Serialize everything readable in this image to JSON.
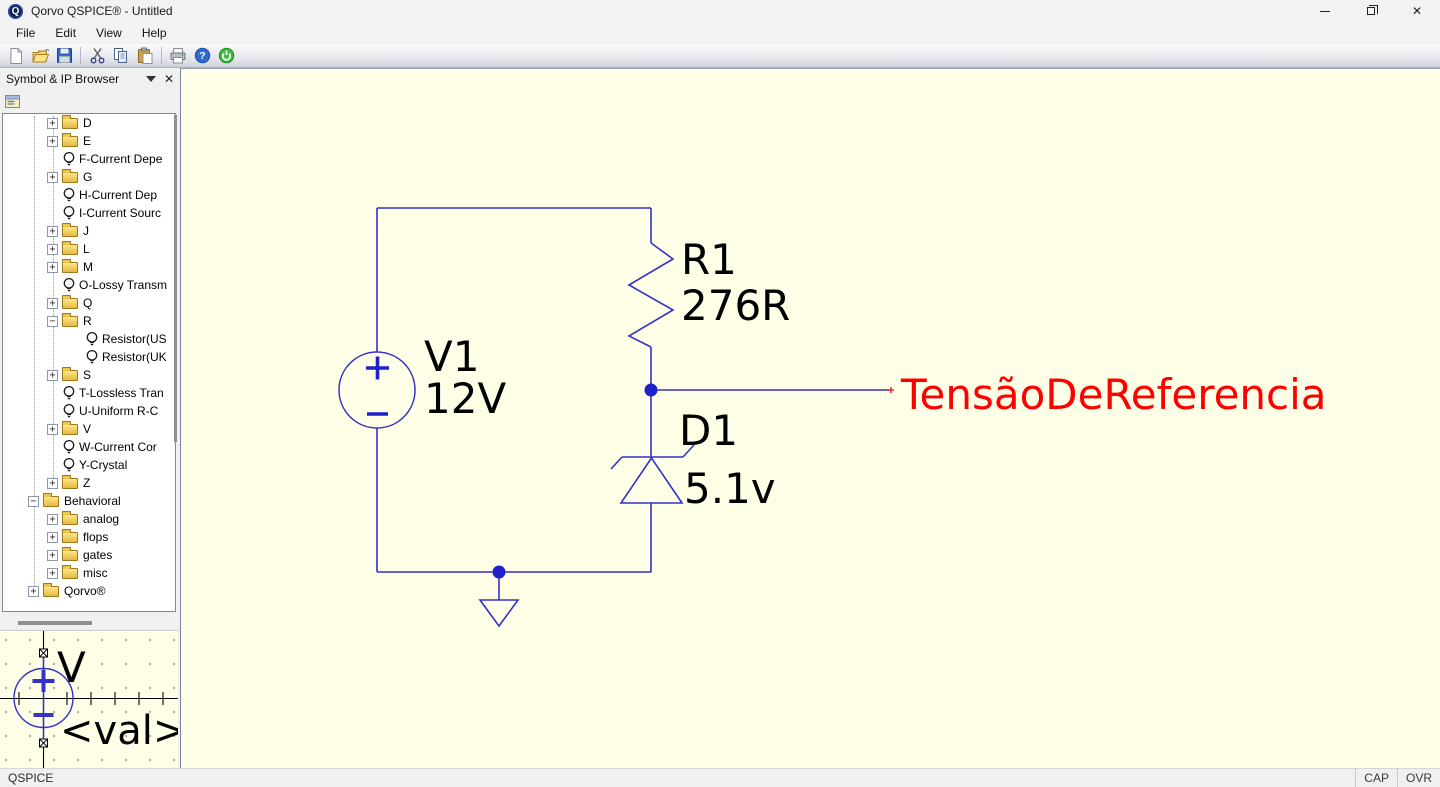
{
  "window": {
    "title": "Qorvo QSPICE® - Untitled"
  },
  "menu": {
    "items": [
      "File",
      "Edit",
      "View",
      "Help"
    ]
  },
  "toolbar": {
    "icons": [
      "new-document",
      "open-folder",
      "save",
      "cut",
      "copy",
      "paste",
      "print",
      "help",
      "run"
    ]
  },
  "sidebar": {
    "title": "Symbol & IP Browser",
    "tree": [
      {
        "label": "D",
        "type": "folder",
        "level": 2,
        "expand": "+"
      },
      {
        "label": "E",
        "type": "folder",
        "level": 2,
        "expand": "+"
      },
      {
        "label": "F-Current Depe",
        "type": "leaf",
        "level": 2
      },
      {
        "label": "G",
        "type": "folder",
        "level": 2,
        "expand": "+"
      },
      {
        "label": "H-Current Dep",
        "type": "leaf",
        "level": 2
      },
      {
        "label": "I-Current Sourc",
        "type": "leaf",
        "level": 2
      },
      {
        "label": "J",
        "type": "folder",
        "level": 2,
        "expand": "+"
      },
      {
        "label": "L",
        "type": "folder",
        "level": 2,
        "expand": "+"
      },
      {
        "label": "M",
        "type": "folder",
        "level": 2,
        "expand": "+"
      },
      {
        "label": "O-Lossy Transm",
        "type": "leaf",
        "level": 2
      },
      {
        "label": "Q",
        "type": "folder",
        "level": 2,
        "expand": "+"
      },
      {
        "label": "R",
        "type": "folder",
        "level": 2,
        "expand": "-"
      },
      {
        "label": "Resistor(US",
        "type": "leaf",
        "level": 3
      },
      {
        "label": "Resistor(UK",
        "type": "leaf",
        "level": 3
      },
      {
        "label": "S",
        "type": "folder",
        "level": 2,
        "expand": "+"
      },
      {
        "label": "T-Lossless Tran",
        "type": "leaf",
        "level": 2
      },
      {
        "label": "U-Uniform R-C",
        "type": "leaf",
        "level": 2
      },
      {
        "label": "V",
        "type": "folder",
        "level": 2,
        "expand": "+"
      },
      {
        "label": "W-Current Cor",
        "type": "leaf",
        "level": 2
      },
      {
        "label": "Y-Crystal",
        "type": "leaf",
        "level": 2
      },
      {
        "label": "Z",
        "type": "folder",
        "level": 2,
        "expand": "+"
      },
      {
        "label": "Behavioral",
        "type": "folder",
        "level": 1,
        "expand": "-"
      },
      {
        "label": "analog",
        "type": "folder",
        "level": 2,
        "expand": "+"
      },
      {
        "label": "flops",
        "type": "folder",
        "level": 2,
        "expand": "+"
      },
      {
        "label": "gates",
        "type": "folder",
        "level": 2,
        "expand": "+"
      },
      {
        "label": "misc",
        "type": "folder",
        "level": 2,
        "expand": "+"
      },
      {
        "label": "Qorvo®",
        "type": "folder",
        "level": 1,
        "expand": "+"
      }
    ]
  },
  "preview": {
    "label": "V",
    "value": "<val>"
  },
  "schematic": {
    "components": [
      {
        "ref": "V1",
        "value": "12V",
        "kind": "voltage-source"
      },
      {
        "ref": "R1",
        "value": "276R",
        "kind": "resistor"
      },
      {
        "ref": "D1",
        "value": "5.1v",
        "kind": "zener-diode"
      }
    ],
    "net_label": {
      "text": "TensãoDeReferencia",
      "color": "#FF0000"
    },
    "wire_color": "#3232C8",
    "background": "#FFFFE8"
  },
  "statusbar": {
    "left": "QSPICE",
    "right": [
      "CAP",
      "OVR"
    ]
  }
}
